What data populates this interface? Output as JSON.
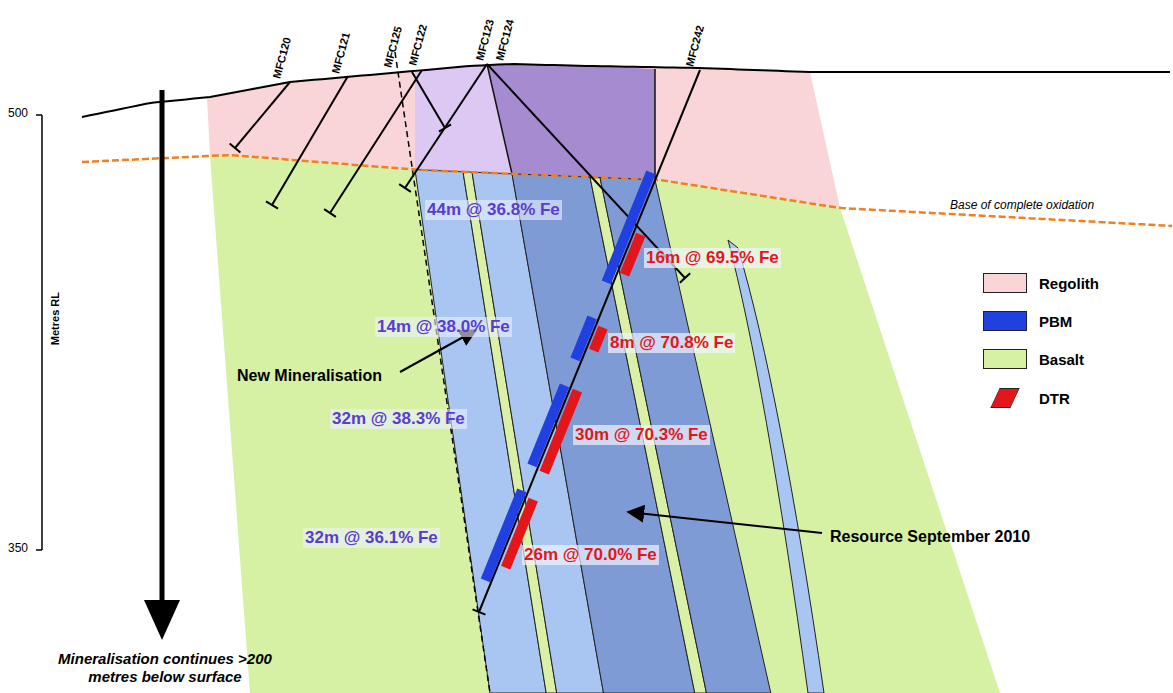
{
  "diagram": {
    "labels": [
      "MFC120",
      "MFC121",
      "MFC125",
      "MFC122",
      "MFC123",
      "MFC124",
      "MFC242",
      "500",
      "350",
      "Metres RL",
      "Base of complete oxidation",
      "44m @ 36.8% Fe",
      "16m @ 69.5% Fe",
      "14m @ 38.0% Fe",
      "8m @ 70.8% Fe",
      "32m @ 38.3% Fe",
      "30m @ 70.3% Fe",
      "32m @ 36.1% Fe",
      "26m @ 70.0% Fe",
      "New Mineralisation",
      "Resource September 2010",
      "Mineralisation continues >200 metres below surface"
    ],
    "legend": [
      {
        "text": "Regolith",
        "color": "#f9d5d7"
      },
      {
        "text": "PBM",
        "color": "#2140e0"
      },
      {
        "text": "Basalt",
        "color": "#d6f0a4"
      },
      {
        "text": "DTR",
        "color": "#e3161b"
      }
    ]
  }
}
